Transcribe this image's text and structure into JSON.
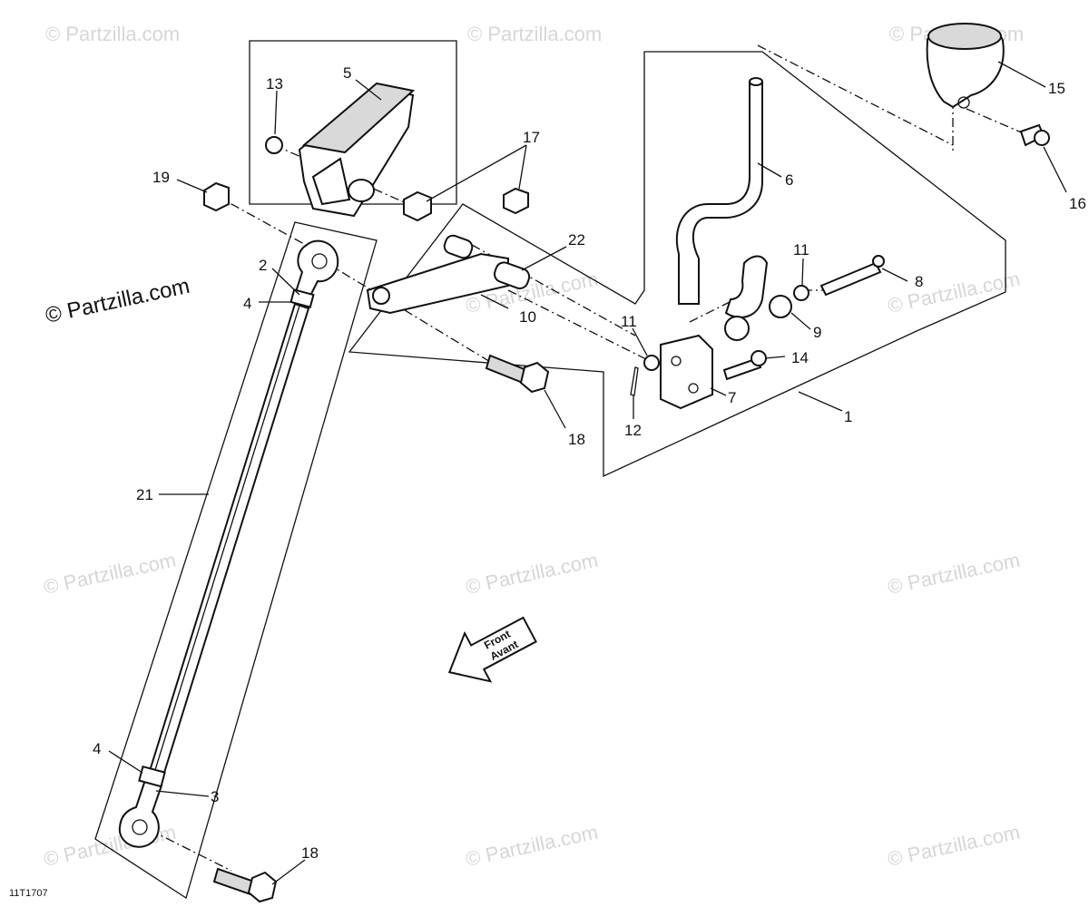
{
  "watermark": {
    "main": "© Partzilla.com",
    "faint": "© Partzilla.com"
  },
  "drawing_ref": "11T1707",
  "front_arrow": {
    "line1": "Front",
    "line2": "Avant"
  },
  "callouts": {
    "c1": "1",
    "c2": "2",
    "c3": "3",
    "c4a": "4",
    "c4b": "4",
    "c5": "5",
    "c6": "6",
    "c7": "7",
    "c8": "8",
    "c9": "9",
    "c10": "10",
    "c11a": "11",
    "c11b": "11",
    "c12": "12",
    "c13": "13",
    "c14": "14",
    "c15": "15",
    "c16": "16",
    "c17": "17",
    "c18a": "18",
    "c18b": "18",
    "c19": "19",
    "c21": "21",
    "c22": "22"
  }
}
